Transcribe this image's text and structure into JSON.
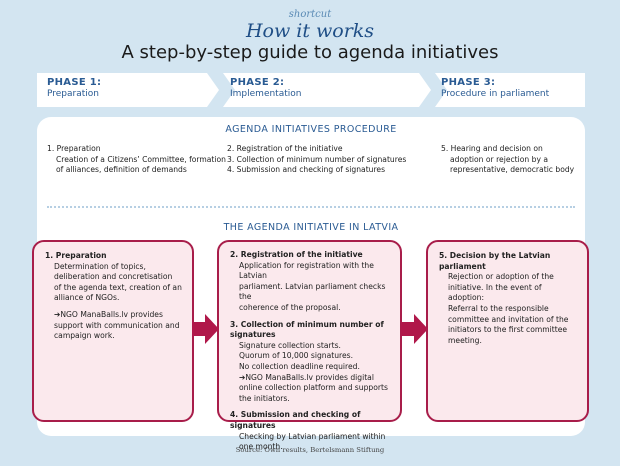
{
  "header": {
    "kicker": "shortcut",
    "title": "How it works",
    "subtitle": "A step-by-step guide to agenda initiatives"
  },
  "phases": [
    {
      "label": "PHASE 1:",
      "sub": "Preparation"
    },
    {
      "label": "PHASE 2:",
      "sub": "Implementation"
    },
    {
      "label": "PHASE 3:",
      "sub": "Procedure in parliament"
    }
  ],
  "procedure": {
    "heading": "AGENDA INITIATIVES PROCEDURE",
    "col1": {
      "line1": "1. Preparation",
      "line2": "Creation of a Citizens’ Committee, formation",
      "line3": "of alliances, definition of demands"
    },
    "col2": {
      "line1": "2. Registration of the initiative",
      "line2": "3. Collection of minimum number of signatures",
      "line3": "4. Submission and checking of signatures"
    },
    "col3": {
      "line1": "5. Hearing and decision on",
      "line2": "adoption or rejection by a",
      "line3": "representative, democratic body"
    }
  },
  "latvia": {
    "heading": "THE AGENDA INITIATIVE IN LATVIA",
    "card1": {
      "title": "1. Preparation",
      "l1": "Determination of topics,",
      "l2": "deliberation and concretisation",
      "l3": "of the agenda text, creation of an",
      "l4": "alliance of NGOs.",
      "l5": "➔NGO ManaBalls.lv provides",
      "l6": "support with communication and",
      "l7": "campaign work."
    },
    "card2": {
      "s1_title": "2. Registration of the initiative",
      "s1_l1": "Application for registration with the Latvian",
      "s1_l2": "parliament. Latvian parliament checks the",
      "s1_l3": "coherence of the proposal.",
      "s2_title": "3. Collection of minimum number of signatures",
      "s2_l1": "Signature collection starts.",
      "s2_l2": "Quorum of 10,000 signatures.",
      "s2_l3": "No collection deadline required.",
      "s2_l4": "➔NGO ManaBalls.lv provides digital",
      "s2_l5": "online collection platform and supports",
      "s2_l6": "the initiators.",
      "s3_title": "4. Submission and checking of signatures",
      "s3_l1": "Checking by Latvian parliament within",
      "s3_l2": "one month."
    },
    "card3": {
      "title": "5. Decision by the Latvian parliament",
      "l1": "Rejection or adoption of the",
      "l2": "initiative. In the event of adoption:",
      "l3": "Referral to the responsible",
      "l4": "committee and invitation of the",
      "l5": "initiators to the first committee",
      "l6": "meeting."
    }
  },
  "source": "Source: Own results, Bertelsmann Stiftung",
  "colors": {
    "background": "#d3e5f1",
    "accent_blue": "#2a5b93",
    "card_border": "#a81d4a",
    "card_fill": "#fbe9ed"
  }
}
